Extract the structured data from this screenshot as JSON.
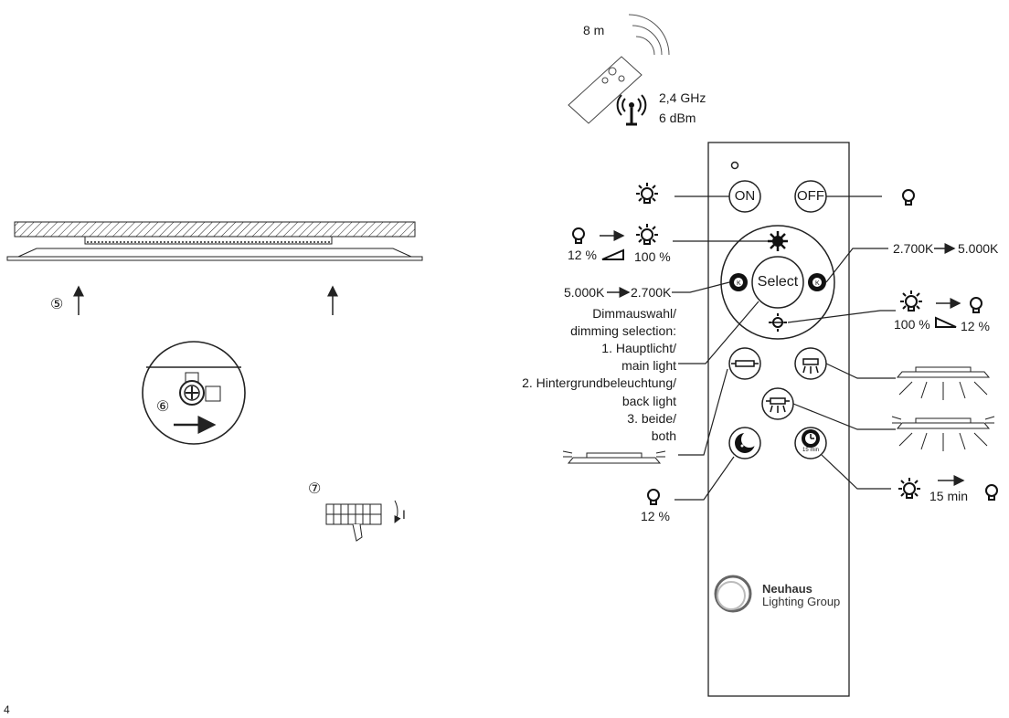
{
  "page_number": "4",
  "steps": {
    "step5": "⑤",
    "step6": "⑥",
    "step7": "⑦",
    "step7_mark": "I"
  },
  "signal": {
    "range": "8 m",
    "frequency": "2,4 GHz",
    "power": "6 dBm"
  },
  "remote": {
    "on_label": "ON",
    "off_label": "OFF",
    "select_label": "Select",
    "timer_badge": "15 min",
    "logo_name": "Neuhaus",
    "logo_sub": "Lighting Group"
  },
  "annotations": {
    "brighten_from": "12 %",
    "brighten_to": "100 %",
    "cct_up": "2.700K",
    "cct_up_to": "5.000K",
    "cct_down": "5.000K",
    "cct_down_to": "2.700K",
    "dim_from": "100 %",
    "dim_to": "12 %",
    "dimming_lines": [
      "Dimmauswahl/",
      "dimming selection:",
      "1. Hauptlicht/",
      "main light",
      "2. Hintergrundbeleuchtung/",
      "back light",
      "3. beide/",
      "both"
    ],
    "night_level": "12 %",
    "timer_delay": "15 min"
  }
}
